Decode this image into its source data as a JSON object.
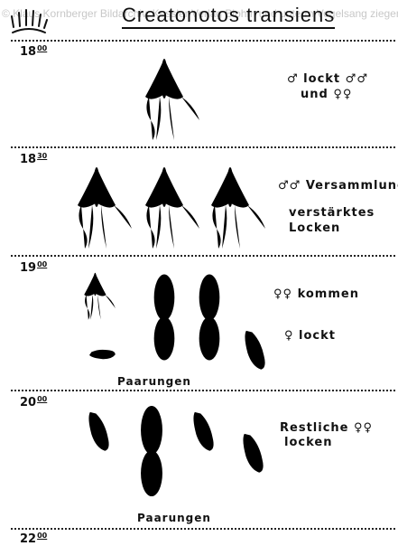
{
  "watermark": "© Klaus Kornberger Bildarchiv, Kessler Verlag Blohm und unterm Vogelsang ziegenrath",
  "title": "Creatonotos transiens",
  "icons": {
    "sun": "setting-sun-icon",
    "male": "male-symbol",
    "female": "female-symbol"
  },
  "rows": [
    {
      "hour": "18",
      "minutes": "00",
      "notes": [
        "♂ lockt ♂♂",
        "und ♀♀"
      ]
    },
    {
      "hour": "18",
      "minutes": "30",
      "notes": [
        "♂♂ Versammlung",
        "verstärktes",
        "Locken"
      ]
    },
    {
      "hour": "19",
      "minutes": "00",
      "notes": [
        "♀♀ kommen",
        "♀ lockt"
      ],
      "caption": "Paarungen"
    },
    {
      "hour": "20",
      "minutes": "00",
      "notes": [
        "Restliche ♀♀",
        "locken"
      ],
      "caption": "Paarungen"
    },
    {
      "hour": "22",
      "minutes": "00",
      "notes": []
    }
  ]
}
